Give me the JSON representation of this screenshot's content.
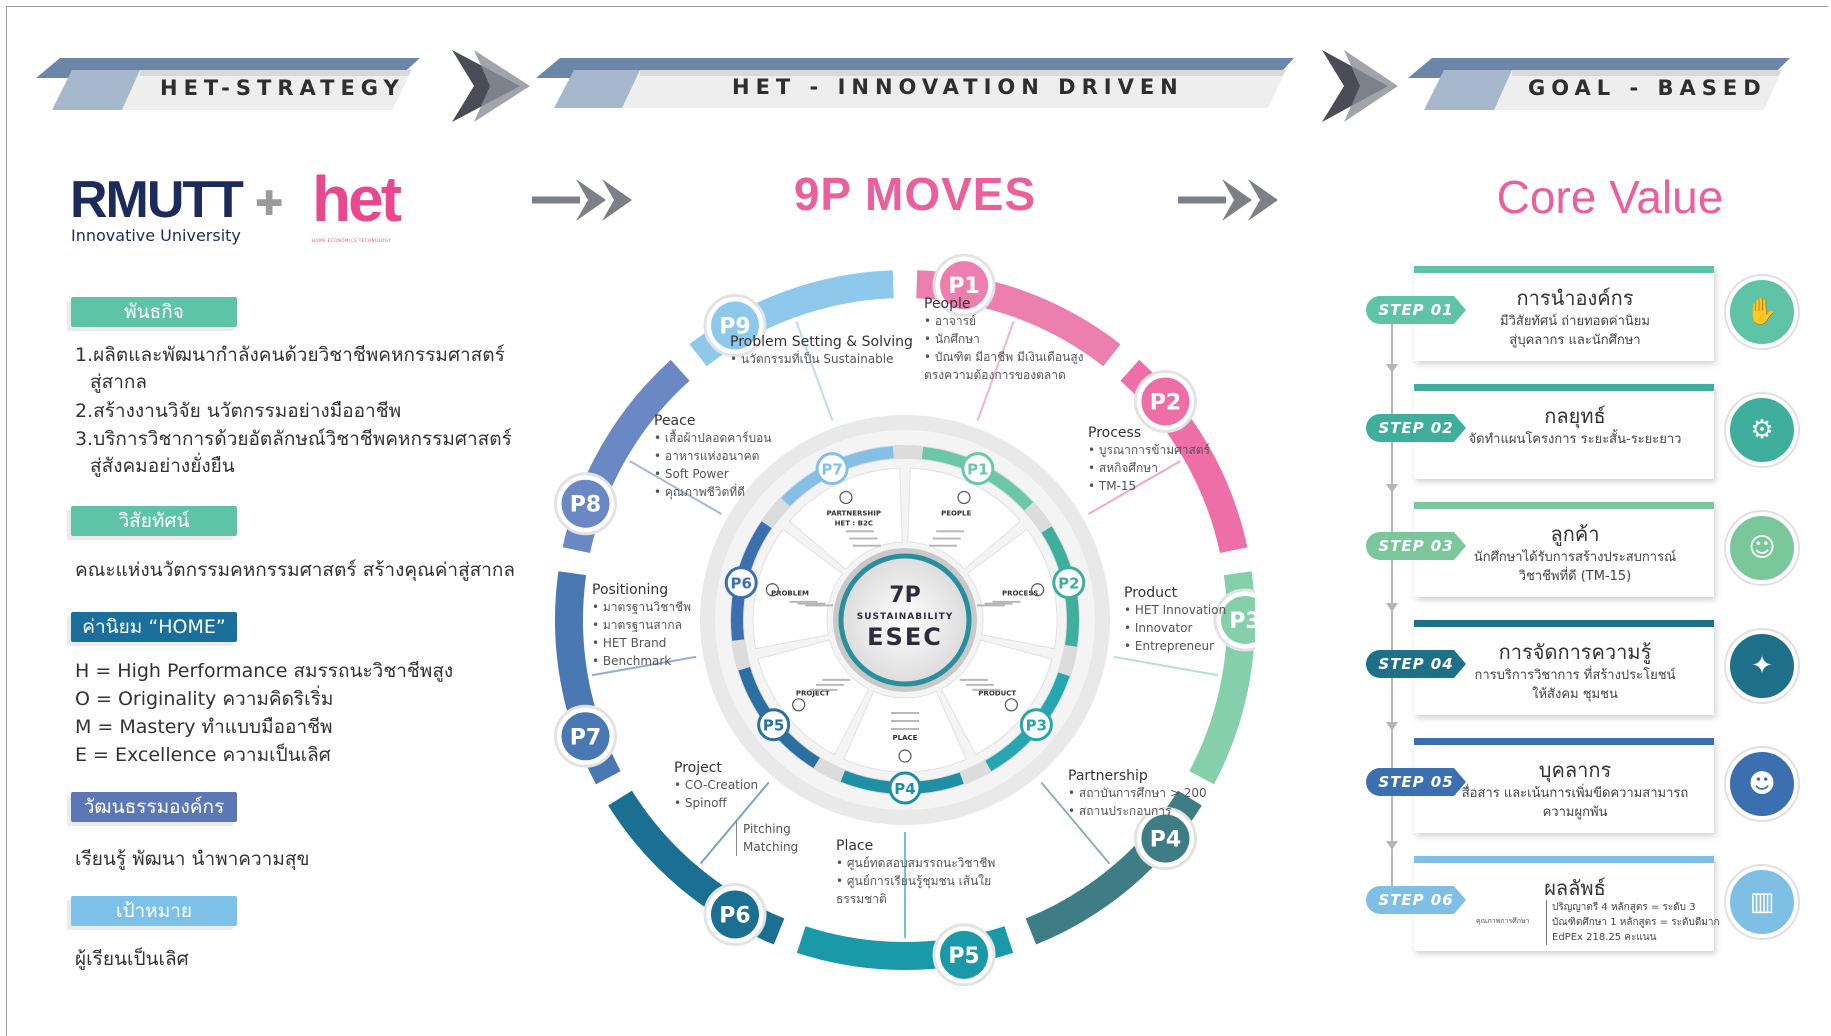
{
  "banners": {
    "strategy": "HET-STRATEGY",
    "innovation": "HET - INNOVATION DRIVEN",
    "goal": "GOAL - BASED"
  },
  "logos": {
    "rmutt": "RMUTT",
    "rmutt_sub": "Innovative University",
    "het": "het",
    "het_sub": "HOME ECONOMICS TECHNOLOGY"
  },
  "left": {
    "mission_title": "พันธกิจ",
    "mission_lines": [
      "1.ผลิตและพัฒนากำลังคนด้วยวิชาชีพคหกรรมศาสตร์",
      "สู่สากล",
      "2.สร้างงานวิจัย นวัตกรรมอย่างมืออาชีพ",
      "3.บริการวิชาการด้วยอัตลักษณ์วิชาชีพคหกรรมศาสตร์",
      "สู่สังคมอย่างยั่งยืน"
    ],
    "vision_title": "วิสัยทัศน์",
    "vision_text": "คณะแห่งนวัตกรรมคหกรรมศาสตร์ สร้างคุณค่าสู่สากล",
    "values_title": "ค่านิยม “HOME”",
    "values_lines": [
      "H = High Performance สมรรถนะวิชาชีพสูง",
      "O = Originality ความคิดริเริ่ม",
      "M = Mastery ทำแบบมืออาชีพ",
      "E = Excellence ความเป็นเลิศ"
    ],
    "culture_title": "วัฒนธรรมองค์กร",
    "culture_text": "เรียนรู้ พัฒนา นำพาความสุข",
    "goal_title": "เป้าหมาย",
    "goal_text": "ผู้เรียนเป็นเลิศ"
  },
  "center": {
    "title": "9P MOVES",
    "hub_top": "7P",
    "hub_mid": "SUSTAINABILITY",
    "hub_bottom": "ESEC",
    "outer_badges": [
      "P1",
      "P2",
      "P3",
      "P4",
      "P5",
      "P6",
      "P7",
      "P8",
      "P9"
    ],
    "outer_titles": {
      "p1": "People",
      "p2": "Process",
      "p3": "Product",
      "p4": "Partnership",
      "p5": "Place",
      "p6": "Project",
      "p7": "Positioning",
      "p8": "Peace",
      "p9": "Problem Setting & Solving"
    },
    "outer_items": {
      "p1": [
        "• อาจารย์",
        "• นักศึกษา",
        "• บัณฑิต มีอาชีพ มีเงินเดือนสูง",
        "ตรงความต้องการของตลาด"
      ],
      "p2": [
        "• บูรณาการข้ามศาสตร์",
        "• สหกิจศึกษา",
        "• TM-15"
      ],
      "p3": [
        "• HET Innovation",
        "• Innovator",
        "• Entrepreneur"
      ],
      "p4": [
        "• สถาบันการศึกษา > 200",
        "• สถานประกอบการ"
      ],
      "p5": [
        "• ศูนย์ทดสอบสมรรถนะวิชาชีพ",
        "• ศูนย์การเรียนรู้ชุมชน เส้นใย",
        "ธรรมชาติ"
      ],
      "p6": [
        "• CO-Creation",
        "• Spinoff"
      ],
      "p6_side": [
        "Pitching",
        "Matching"
      ],
      "p7": [
        "• มาตรฐานวิชาชีพ",
        "• มาตรฐานสากล",
        "• HET Brand",
        "• Benchmark"
      ],
      "p8": [
        "• เสื้อผ้าปลอดคาร์บอน",
        "• อาหารแห่งอนาคต",
        "• Soft Power",
        "• คุณภาพชีวิตที่ดี"
      ],
      "p9": [
        "• นวัตกรรมที่เป็น Sustainable"
      ]
    },
    "inner_badges": [
      "P1",
      "P2",
      "P3",
      "P4",
      "P5",
      "P6",
      "P7"
    ],
    "inner_titles": [
      "PEOPLE",
      "PROCESS",
      "PRODUCT",
      "PLACE",
      "PROJECT",
      "PROBLEM",
      "PARTNERSHIP"
    ],
    "inner_partnership_sub": "HET : B2C"
  },
  "right": {
    "title": "Core Value",
    "steps": [
      {
        "label": "STEP 01",
        "title": "การนำองค์กร",
        "desc": "มีวิสัยทัศน์ ถ่ายทอดค่านิยม\nสู่บุคลากร และนักศึกษา",
        "color": "#5fc4a6",
        "icon": "hand-icon"
      },
      {
        "label": "STEP 02",
        "title": "กลยุทธ์",
        "desc": "จัดทำแผนโครงการ ระยะสั้น-ระยะยาว",
        "color": "#3fae9c",
        "icon": "gears-icon"
      },
      {
        "label": "STEP 03",
        "title": "ลูกค้า",
        "desc": "นักศึกษาได้รับการสร้างประสบการณ์\nวิชาชีพที่ดี (TM-15)",
        "color": "#79c79a",
        "icon": "users-icon"
      },
      {
        "label": "STEP 04",
        "title": "การจัดการความรู้",
        "desc": "การบริการวิชาการ ที่สร้างประโยชน์\nให้สังคม ชุมชน",
        "color": "#1e6f88",
        "icon": "bulb-icon"
      },
      {
        "label": "STEP 05",
        "title": "บุคลากร",
        "desc": "สื่อสาร และเน้นการเพิ่มขีดความสามารถ\nความผูกพัน",
        "color": "#3b6fb0",
        "icon": "team-icon"
      },
      {
        "label": "STEP 06",
        "title": "ผลลัพธ์",
        "desc": "",
        "color": "#7fbfe6",
        "icon": "chart-icon"
      }
    ],
    "step06_label": "คุณภาพการศึกษา",
    "step06_lines": [
      "ปริญญาตรี 4 หลักสูตร = ระดับ 3",
      "บัณฑิตศึกษา 1 หลักสูตร = ระดับดีมาก",
      "EdPEx 218.25 คะแนน"
    ]
  },
  "colors": {
    "pink": "#e9488f",
    "teal": "#1f9fae",
    "green": "#5fc4a6",
    "navy": "#3d5a9a",
    "lightblue": "#7ec1e8"
  }
}
